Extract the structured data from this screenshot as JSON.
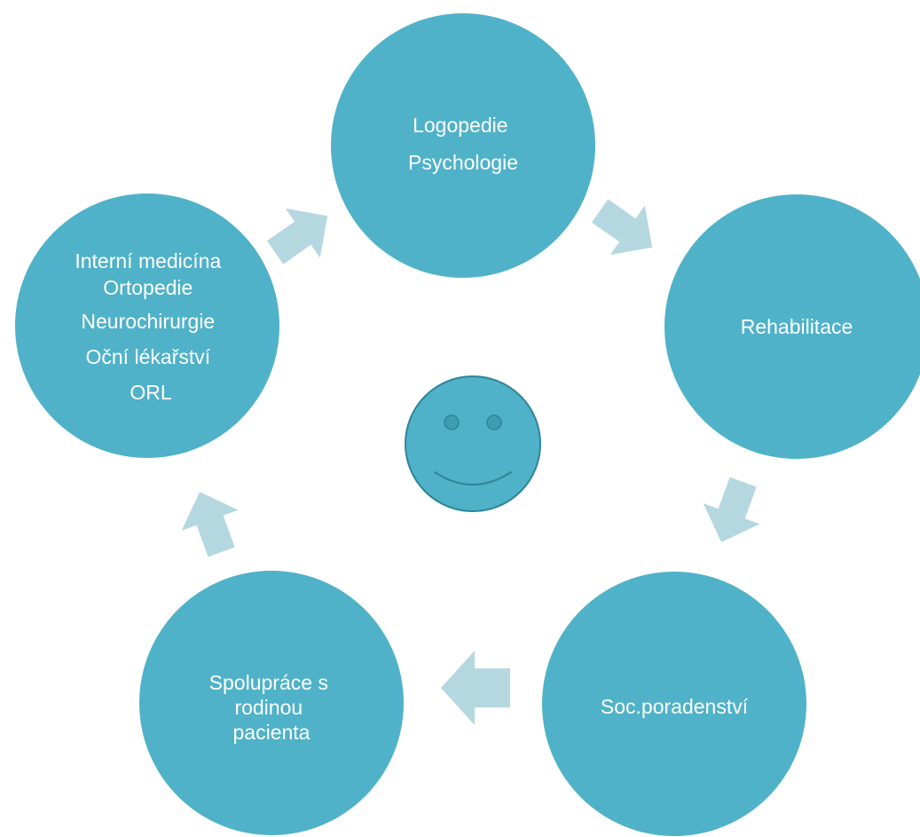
{
  "colors": {
    "node_fill": "#4fb2c8",
    "arrow_fill": "#b5d7e0",
    "smiley_fill": "#4fb2c8",
    "smiley_stroke": "#2f8499",
    "eye_fill": "#3d9db3",
    "text": "#ffffff"
  },
  "nodes": [
    {
      "id": "top",
      "lines": [
        "Logopedie",
        "Psychologie"
      ]
    },
    {
      "id": "right",
      "lines": [
        "Rehabilitace"
      ]
    },
    {
      "id": "bottom-right",
      "lines": [
        "Soc.poradenství"
      ]
    },
    {
      "id": "bottom-left",
      "lines": [
        "Spolupráce s",
        "rodinou",
        "pacienta"
      ]
    },
    {
      "id": "left",
      "lines": [
        "Interní medicína",
        "Ortopedie",
        "Neurochirurgie",
        "Oční lékařství",
        "ORL"
      ]
    }
  ],
  "center_icon": "smiley-face-icon",
  "arrow_icon": "cycle-arrow-icon"
}
